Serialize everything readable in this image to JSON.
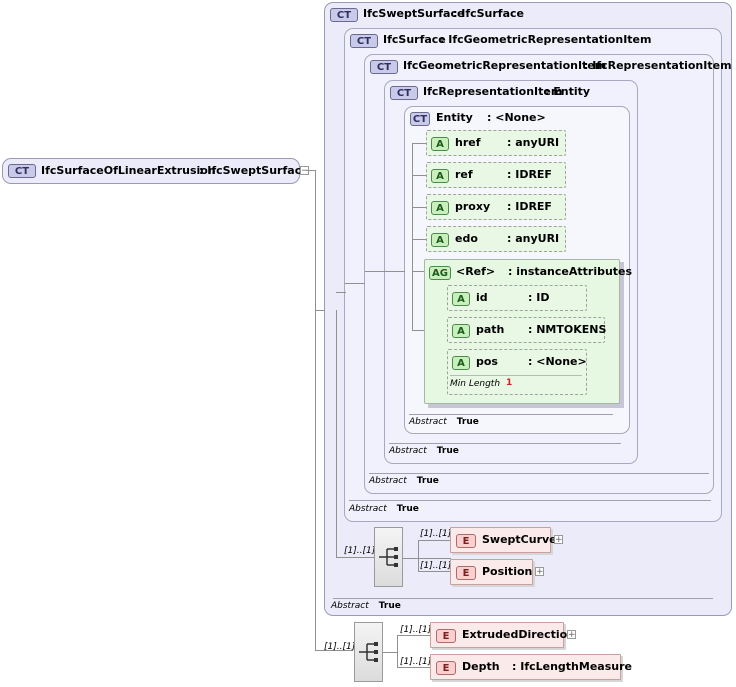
{
  "root": {
    "badge": "CT",
    "name": "IfcSurfaceOfLinearExtrusion",
    "type": ": IfcSweptSurface"
  },
  "swept_surface": {
    "badge": "CT",
    "name": "IfcSweptSurface",
    "type": ": IfcSurface",
    "abstract_label": "Abstract",
    "abstract_value": "True"
  },
  "surface": {
    "badge": "CT",
    "name": "IfcSurface",
    "type": ": IfcGeometricRepresentationItem",
    "abstract_label": "Abstract",
    "abstract_value": "True"
  },
  "geom_item": {
    "badge": "CT",
    "name": "IfcGeometricRepresentationItem",
    "type": ": IfcRepresentationItem",
    "abstract_label": "Abstract",
    "abstract_value": "True"
  },
  "rep_item": {
    "badge": "CT",
    "name": "IfcRepresentationItem",
    "type": ": Entity",
    "abstract_label": "Abstract",
    "abstract_value": "True"
  },
  "entity": {
    "badge": "CT",
    "name": "Entity",
    "type": ": <None>",
    "abstract_label": "Abstract",
    "abstract_value": "True",
    "attributes": [
      {
        "badge": "A",
        "name": "href",
        "type": ": anyURI"
      },
      {
        "badge": "A",
        "name": "ref",
        "type": ": IDREF"
      },
      {
        "badge": "A",
        "name": "proxy",
        "type": ": IDREF"
      },
      {
        "badge": "A",
        "name": "edo",
        "type": ": anyURI"
      }
    ],
    "group": {
      "badge": "AG",
      "name": "<Ref>",
      "type": ": instanceAttributes",
      "attributes": [
        {
          "badge": "A",
          "name": "id",
          "type": ": ID"
        },
        {
          "badge": "A",
          "name": "path",
          "type": ": NMTOKENS"
        },
        {
          "badge": "A",
          "name": "pos",
          "type": ": <None>",
          "facet_label": "Min Length",
          "facet_value": "1"
        }
      ]
    }
  },
  "swept_sequence": {
    "cardinality": "[1]..[1]",
    "elements": [
      {
        "badge": "E",
        "name": "SweptCurve",
        "cardinality": "[1]..[1]",
        "expand": "+"
      },
      {
        "badge": "E",
        "name": "Position",
        "cardinality": "[1]..[1]",
        "expand": "+"
      }
    ]
  },
  "extrusion_sequence": {
    "cardinality": "[1]..[1]",
    "elements": [
      {
        "badge": "E",
        "name": "ExtrudedDirection",
        "type": "",
        "cardinality": "[1]..[1]",
        "expand": "+"
      },
      {
        "badge": "E",
        "name": "Depth",
        "type": ": IfcLengthMeasure",
        "cardinality": "[1]..[1]"
      }
    ]
  },
  "colors": {
    "complex_type_fill": "#ebebfa",
    "attribute_fill": "#e9f8e5",
    "element_fill": "#fbeaea",
    "badge_ct": "#c9c9ea",
    "badge_a": "#c7f0bd",
    "badge_e": "#f9cfcf"
  },
  "icons": {
    "expand": "plus-icon",
    "sequence": "sequence-icon",
    "ct_badge": "complex-type-icon"
  }
}
